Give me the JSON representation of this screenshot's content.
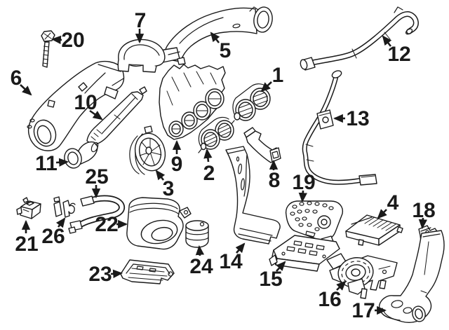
{
  "figure": {
    "background": "#ffffff",
    "ink": "#1a1a1a"
  },
  "callouts": [
    {
      "label": "1"
    },
    {
      "label": "2"
    },
    {
      "label": "3"
    },
    {
      "label": "4"
    },
    {
      "label": "5"
    },
    {
      "label": "6"
    },
    {
      "label": "7"
    },
    {
      "label": "8"
    },
    {
      "label": "9"
    },
    {
      "label": "10"
    },
    {
      "label": "11"
    },
    {
      "label": "12"
    },
    {
      "label": "13"
    },
    {
      "label": "14"
    },
    {
      "label": "15"
    },
    {
      "label": "16"
    },
    {
      "label": "17"
    },
    {
      "label": "18"
    },
    {
      "label": "19"
    },
    {
      "label": "20"
    },
    {
      "label": "21"
    },
    {
      "label": "22"
    },
    {
      "label": "23"
    },
    {
      "label": "24"
    },
    {
      "label": "25"
    },
    {
      "label": "26"
    }
  ]
}
